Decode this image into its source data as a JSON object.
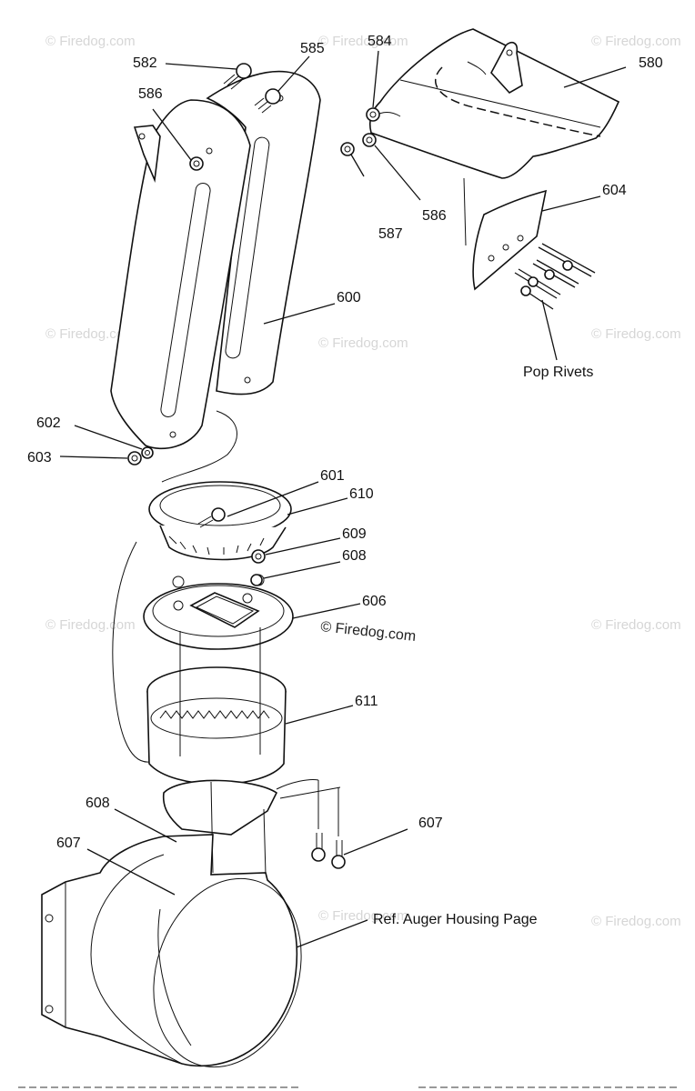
{
  "callouts": {
    "c580": "580",
    "c582": "582",
    "c584": "584",
    "c585": "585",
    "c586a": "586",
    "c586b": "586",
    "c587": "587",
    "c600": "600",
    "c601": "601",
    "c602": "602",
    "c603": "603",
    "c604": "604",
    "c606": "606",
    "c607a": "607",
    "c607b": "607",
    "c608a": "608",
    "c608b": "608",
    "c609": "609",
    "c610": "610",
    "c611": "611"
  },
  "annotations": {
    "pop_rivets": "Pop Rivets",
    "ref_auger": "Ref. Auger Housing Page",
    "firedog_center": "© Firedog.com"
  },
  "watermark": "© Firedog.com"
}
